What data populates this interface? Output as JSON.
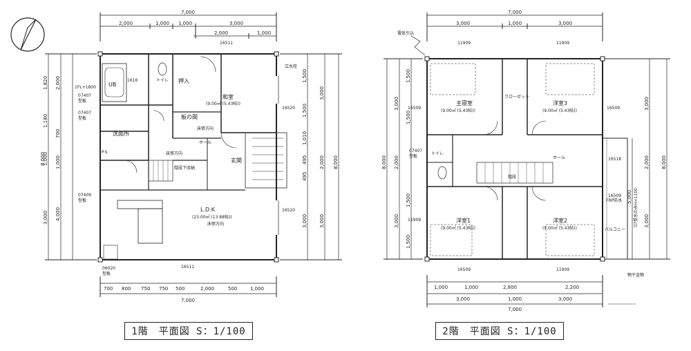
{
  "floor1": {
    "title": "1階　平面図 S：1/100",
    "overall_width": "7,000",
    "top_dims_row1": [
      "2,000",
      "1,000",
      "1,000",
      "3,000"
    ],
    "top_dims_row2": [
      "2,000",
      "1,000"
    ],
    "top_code": "16511",
    "bottom_code": "16511",
    "bottom_dims": [
      "700",
      "800",
      "750",
      "750",
      "500",
      "2,000",
      "500",
      "1,000"
    ],
    "bottom_total": "7,000",
    "left_dims_outer": [
      "1,820",
      "1,180",
      "1,000",
      "3,000"
    ],
    "left_dims_inner": [
      "2,000",
      "700",
      "1,000",
      "4,000"
    ],
    "left_total": "8,000",
    "right_dims_inner": [
      "1,500",
      "1,500",
      "1,010",
      "495",
      "495",
      "3,000"
    ],
    "right_dims_outer": [
      "3,000",
      "2,000",
      "3,000"
    ],
    "right_total": "8,000",
    "rooms": {
      "washitsu": "和室",
      "washitsu_area": "(9.00㎡ (5.43帖))",
      "ldk": "L.D.K",
      "ldk_area": "(23.00㎡ (13.88帖))",
      "itanoma": "板の間",
      "senmenjo": "洗面所",
      "genkan": "玄関",
      "hall": "ホール",
      "oshiire": "押入",
      "kaidan_shuno": "階段下収納",
      "toilet": "トイレ",
      "ub": "UB",
      "ub_size": "1616",
      "tatemizu": "立水栓"
    },
    "codes": [
      "07407",
      "型板",
      "07407",
      "型板",
      "07409",
      "型板",
      "06020",
      "型板",
      "16520",
      "16520",
      "1FL+1800",
      "P.S"
    ],
    "notes": [
      "床張方向",
      "床張方向",
      "床張方向"
    ]
  },
  "floor2": {
    "title": "2階　平面図 S：1/100",
    "overall_width": "7,000",
    "top_dims_row1": [
      "3,000",
      "1,000",
      "3,000"
    ],
    "top_code_left": "11909",
    "top_code_right": "11909",
    "bottom_code_left": "16509",
    "bottom_code_right": "11909",
    "bottom_dims_row1": [
      "1,000",
      "1,000",
      "2,800",
      "2,200"
    ],
    "bottom_dims_row2": [
      "3,000",
      "1,000",
      "3,000"
    ],
    "bottom_total": "7,000",
    "left_dims_outer": [
      "3,000",
      "2,000",
      "3,000"
    ],
    "left_dims_inner": [
      "1,500",
      "1,500",
      "1,500",
      "1,500"
    ],
    "left_total": "8,000",
    "right_dims_inner": [
      "3,000",
      "2,000",
      "3,000"
    ],
    "right_total": "8,000",
    "right_extra": "5,000",
    "rooms": {
      "shushinshitsu": "主寝室",
      "shushinshitsu_area": "(9.00㎡ (5.43帖))",
      "youshitsu1": "洋室1",
      "youshitsu1_area": "(9.00㎡ (5.43帖))",
      "youshitsu2": "洋室2",
      "youshitsu2_area": "(9.00㎡ (5.43帖))",
      "youshitsu3": "洋室3",
      "youshitsu3_area": "(9.00㎡ (5.43帖))",
      "hall": "ホール",
      "kaidan": "階段",
      "toilet": "トイレ",
      "balcony": "バルコニー",
      "closet": "クローゼット"
    },
    "codes": [
      "16509",
      "16509",
      "16518",
      "16509",
      "11909",
      "07407",
      "型板"
    ],
    "notes": [
      "電気引込",
      "物干金物",
      "ﾌﾛｱ受水のみH=1100",
      "FRP防水"
    ]
  }
}
